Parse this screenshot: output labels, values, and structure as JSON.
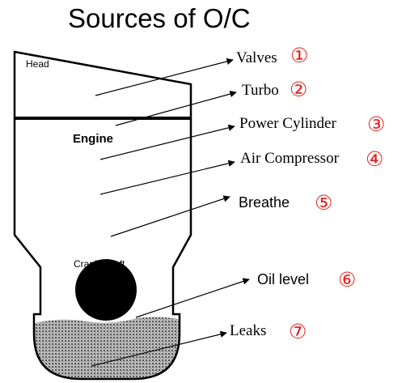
{
  "title": "Sources of O/C",
  "parts": {
    "head": "Head",
    "engine": "Engine",
    "crank_shaft": "Crank Shaft"
  },
  "sources": [
    {
      "label": "Valves",
      "number": "①"
    },
    {
      "label": "Turbo",
      "number": "②"
    },
    {
      "label": "Power Cylinder",
      "number": "③"
    },
    {
      "label": "Air Compressor",
      "number": "④"
    },
    {
      "label": "Breathe",
      "number": "⑤"
    },
    {
      "label": "Oil level",
      "number": "⑥"
    },
    {
      "label": "Leaks",
      "number": "⑦"
    }
  ],
  "colors": {
    "outline": "#000000",
    "number": "#e4211c",
    "oil": "#8f8f8f"
  }
}
